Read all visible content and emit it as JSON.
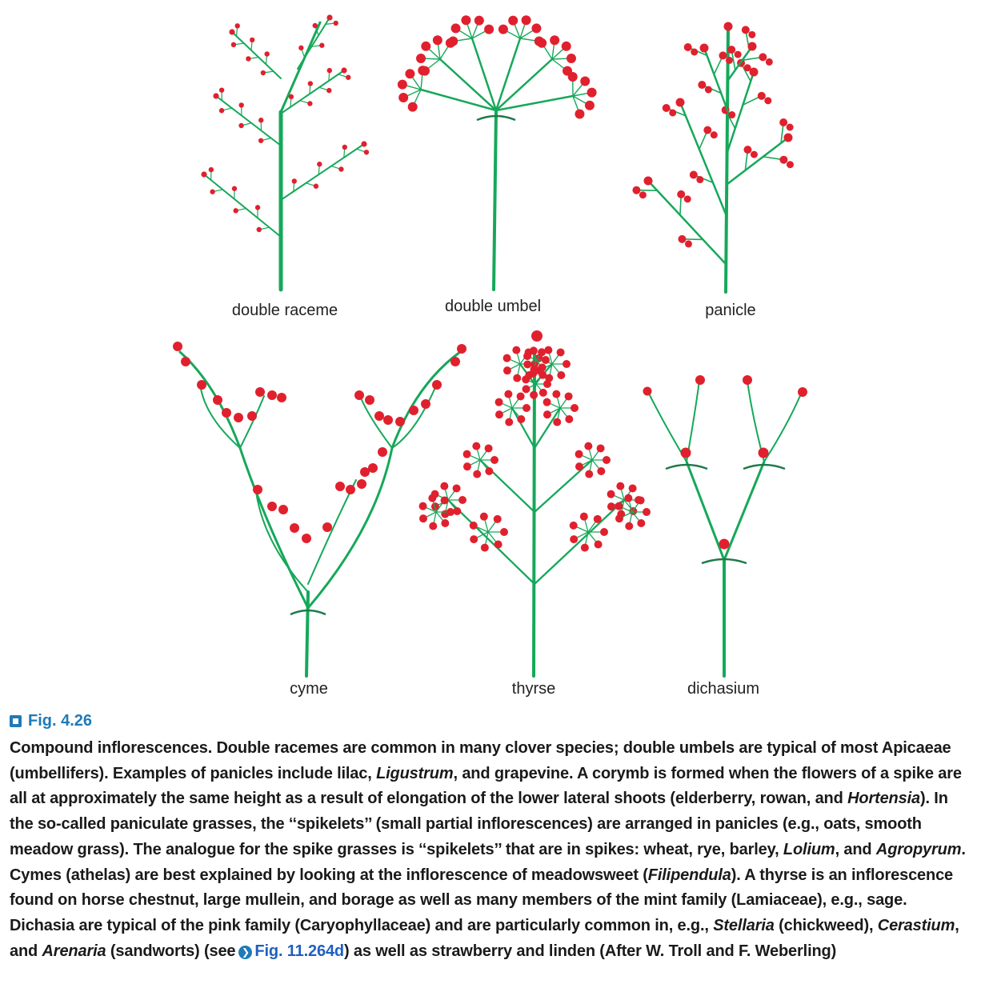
{
  "labels": {
    "double_raceme": "double raceme",
    "double_umbel": "double umbel",
    "panicle": "panicle",
    "cyme": "cyme",
    "thyrse": "thyrse",
    "dichasium": "dichasium"
  },
  "caption": {
    "figure_number": "Fig. 4.26",
    "p1": "Compound inflorescences. Double racemes are common in many clover species; double umbels are typical of most Apicaeae (umbellifers). Examples of panicles include lilac, ",
    "i1": "Ligustrum",
    "p2": ", and grapevine. A corymb is formed when the flowers of a spike are all at approximately the same height as a result of elongation of the lower lateral shoots (elderberry, rowan, and ",
    "i2": "Hortensia",
    "p3": "). In the so-called paniculate grasses, the ‘‘spikelets’’ (small partial inflorescences) are arranged in panicles (e.g., oats, smooth meadow grass). The analogue for the spike grasses is ‘‘spikelets’’ that are in spikes: wheat, rye, barley, ",
    "i3": "Lolium",
    "p4": ", and ",
    "i4": "Agropyrum",
    "p5": ". Cymes (athelas) are best explained by looking at the inflorescence of meadowsweet (",
    "i5": "Filipendula",
    "p6": "). A thyrse is an inflorescence found on horse chestnut, large mullein, and borage as well as many members of the mint family (Lamiaceae), e.g., sage. Dichasia are typical of the pink family (Caryophyllaceae) and are particularly common in, e.g., ",
    "i6": "Stellaria",
    "p7": " (chickweed), ",
    "i7": "Cerastium",
    "p8": ", and ",
    "i8": "Arenaria",
    "p9": " (sandworts) (see",
    "xref": "Fig. 11.264d",
    "p10": ") as well as strawberry and linden (After W. Troll and F. Weberling)"
  },
  "colors": {
    "stem": "#16a85a",
    "flower": "#e1202e",
    "bract": "#1f7a4a",
    "accent": "#1f7ab8"
  }
}
